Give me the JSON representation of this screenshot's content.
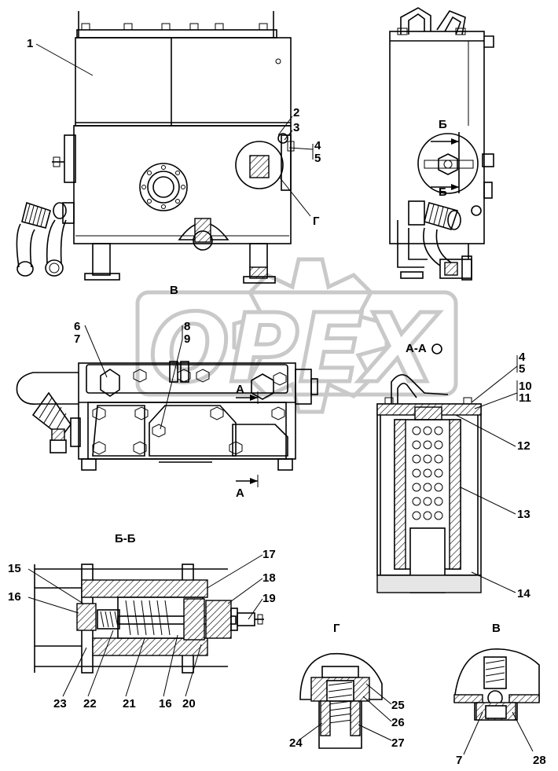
{
  "watermark": "OPEX",
  "section_labels": {
    "view_b": "В",
    "view_g": "Г",
    "section_aa": "А-А",
    "section_bb": "Б-Б",
    "cut_a_top": "А",
    "cut_a_bottom": "А",
    "cut_b_top": "Б",
    "cut_b_bottom": "Б",
    "detail_g_title": "Г",
    "detail_v_title": "В"
  },
  "callouts": {
    "c1": "1",
    "c2": "2",
    "c3": "3",
    "c4": "4",
    "c5": "5",
    "c6": "6",
    "c7": "7",
    "c8": "8",
    "c9": "9",
    "c4b": "4",
    "c5b": "5",
    "c10": "10",
    "c11": "11",
    "c12": "12",
    "c13": "13",
    "c14": "14",
    "c15": "15",
    "c16": "16",
    "c17": "17",
    "c18": "18",
    "c19": "19",
    "c20": "20",
    "c21": "21",
    "c22": "22",
    "c16b": "16",
    "c23": "23",
    "c24": "24",
    "c25": "25",
    "c26": "26",
    "c27": "27",
    "c7b": "7",
    "c28": "28"
  }
}
